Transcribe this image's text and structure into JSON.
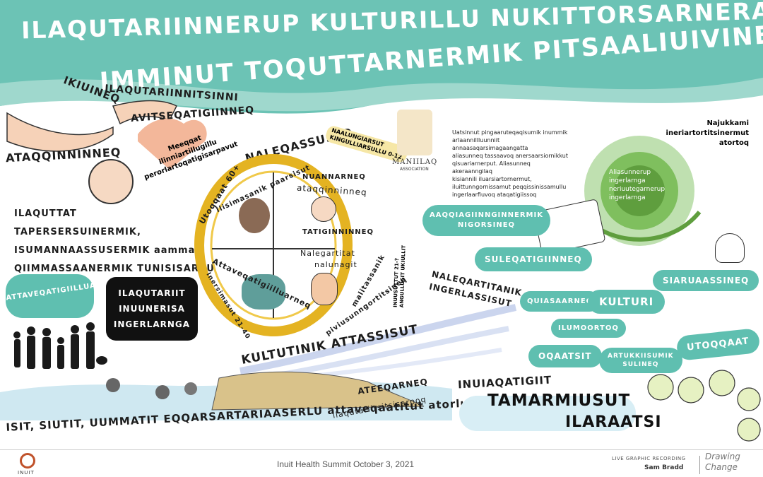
{
  "title": {
    "line1": "ILAQUTARIINNERUP KULTURILLU NUKITTORSARNERATIGUT",
    "line2": "IMMINUT TOQUTTARNERMIK PITSAALIUIVINEQ"
  },
  "top_left": {
    "ikiuineq": "IKIUINEQ",
    "ilaqutariinnit": "ILAQUTARIINNITSINNI",
    "avitseqatigiinneq": "AVITSEQATIGIINNEQ",
    "ataqqinninneq": "ATAQQINNINNEQ",
    "naleqassuseq": "NALEQASSUSEQ",
    "meeqqat_lines": [
      "Meeqqat",
      "ilinniartillugillu",
      "perorlartoqatigisarpavut"
    ]
  },
  "left_text": {
    "lines": [
      "ILAQUTTAT",
      "TAPERSERSUINERMIK,",
      "ISUMANNAASSUSERMIK aamma",
      "QIIMMASSAANERMIK TUNISISARPUT"
    ],
    "attaveqatigiilluarneq": "ATTAVEQATIGIILLUARNEQ",
    "black_box": [
      "ILAQUTARIIT",
      "INUUNERISA",
      "INGERLARNGA"
    ]
  },
  "circle": {
    "top_right_label": [
      "NAALUNGIARSUT",
      "KINGULLIARSULLU 0-12"
    ],
    "utoqqaat": "Utoqqaat 60+",
    "ilisimasanik": "Ilisimasanik paarsisut",
    "nuannarneq": "NUANNARNEQ",
    "ataqqinninneq": "ataqqinninneq",
    "tatiginninneq": "TATIGINNINNEQ",
    "nalegartitat": "Nalegartitat",
    "nalunagit": "nalunagit",
    "attaveqatigiilluarneq": "Attaveqatigiilluarneq",
    "inersimasut": "Inersimasut 21-40",
    "malitassanik": "malitassanik",
    "piviusunngortitsineq": "piviusunngortitsineq",
    "inuusuttut": [
      "INUUSUTTUT 21-?",
      "ANGULLUGIT UKIULLIT"
    ]
  },
  "center": {
    "kultutinik": "KULTUTINIK ATTASSISUT",
    "naleqartitanik": [
      "NALEQARTITANIK",
      "INGERLASSISUT"
    ],
    "ateeqarneq": "ATEEQARNEQ",
    "ilaqutariit": "ilaqutariitsitsisarpoq",
    "bottom_line": "ISIT, SIUTIT, UUMMATIT EQQARSARTARIAASERLU attaveqaatitut atorlugit"
  },
  "logo": {
    "name": "MANIILAQ",
    "sub": "ASSOCIATION"
  },
  "paragraph": [
    "Uatsinnut pingaaruteqaqisumik inummik",
    "arlaannillluunniit annaasaqarsimagaangatta",
    "aliasunneq tassaavoq anersaarsiornikkut",
    "qisuariarnerput. Aliasunneq akeraanngilaq",
    "kisiannili iluarsiartornermut,",
    "iluittunngornissamut peqqissinissamullu",
    "ingerlaarfiuvoq ataqatigiissoq"
  ],
  "right_top": {
    "najukkami": [
      "Najukkami",
      "ineriartortitsinermut",
      "atortoq"
    ],
    "aliasunnerup": [
      "Aliasunnerup",
      "ingerlarnga",
      "neriuutegarnerup",
      "ingerlarnga"
    ]
  },
  "pills": {
    "aaqqiagiinning": [
      "AAQQIAGIINNGINNERMIK",
      "NIGORSINEQ"
    ],
    "suleqatigiinneq": "SULEQATIGIINNEQ",
    "quiasaarneq": "QUIASAARNEQ",
    "kulturi": "KULTURI",
    "siaruaassineq": "SIARUAASSINEQ",
    "ilumoortoq": "ILUMOORTOQ",
    "oqaatsit": "OQAATSIT",
    "artukkiisumik": [
      "ARTUKKIISUMIK",
      "SULINEQ"
    ],
    "utoqqaat": "UTOQQAAT"
  },
  "bottom_right": {
    "inuiaqatigiit": "INUIAQATIGIIT",
    "tamarmiusut": "TAMARMIUSUT",
    "ilaraatsi": "ILARAATSI"
  },
  "footer": {
    "left_logo": "INUIT",
    "event": "Inuit Health Summit October 3, 2021",
    "recording": "LIVE GRAPHIC RECORDING",
    "artist": "Sam Bradd",
    "brand": [
      "Drawing",
      "Change"
    ]
  },
  "colors": {
    "teal": "#5fbfb0",
    "banner": "#6cc3b5",
    "orange": "#f0a64a",
    "gold": "#e4b322",
    "green": "#5f9e3e"
  }
}
